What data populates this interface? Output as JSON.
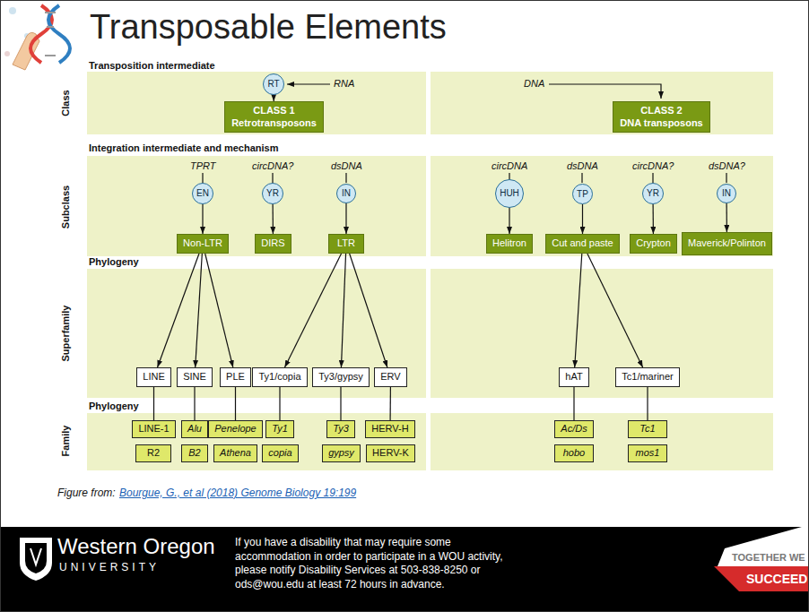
{
  "diagram": {
    "title": "Transposable Elements",
    "caption": "Figure from:",
    "nodes": [
      {
        "text": [
          "RT"
        ]
      },
      {
        "text": [
          "CLASS 1",
          "Retrotransposons"
        ]
      },
      {
        "text": [
          "CLASS 2",
          "DNA transposons"
        ]
      },
      {
        "text": [
          "EN"
        ]
      },
      {
        "text": [
          "YR"
        ]
      },
      {
        "text": [
          "IN"
        ]
      },
      {
        "text": [
          "HUH"
        ]
      },
      {
        "text": [
          "TP"
        ]
      },
      {
        "text": [
          "YR"
        ]
      },
      {
        "text": [
          "IN"
        ]
      },
      {
        "text": [
          "Non-LTR"
        ]
      },
      {
        "text": [
          "DIRS"
        ]
      },
      {
        "text": [
          "LTR"
        ]
      },
      {
        "text": [
          "Helitron"
        ]
      },
      {
        "text": [
          "Cut and paste"
        ]
      },
      {
        "text": [
          "Crypton"
        ]
      },
      {
        "text": [
          "Maverick/Polinton"
        ]
      },
      {
        "text": [
          "LINE"
        ]
      },
      {
        "text": [
          "SINE"
        ]
      },
      {
        "text": [
          "PLE"
        ]
      },
      {
        "text": [
          "Ty1/copia"
        ]
      },
      {
        "text": [
          "Ty3/gypsy"
        ]
      },
      {
        "text": [
          "ERV"
        ]
      },
      {
        "text": [
          "hAT"
        ]
      },
      {
        "text": [
          "Tc1/mariner"
        ]
      },
      {
        "text": [
          "LINE-1"
        ]
      },
      {
        "text": [
          "R2"
        ]
      },
      {
        "text": [
          "Alu"
        ]
      },
      {
        "text": [
          "B2"
        ]
      },
      {
        "text": [
          "Penelope"
        ]
      },
      {
        "text": [
          "Athena"
        ]
      },
      {
        "text": [
          "Ty1"
        ]
      },
      {
        "text": [
          "copia"
        ]
      },
      {
        "text": [
          "Ty3"
        ]
      },
      {
        "text": [
          "gypsy"
        ]
      },
      {
        "text": [
          "HERV-H"
        ]
      },
      {
        "text": [
          "HERV-K"
        ]
      },
      {
        "text": [
          "Ac/Ds"
        ]
      },
      {
        "text": [
          "hobo"
        ]
      },
      {
        "text": [
          "Tc1"
        ]
      },
      {
        "text": [
          "mos1"
        ]
      }
    ],
    "edges": [
      {
        "from": 0,
        "to": 1,
        "arrow": "to"
      },
      {
        "from": 3,
        "to": 10,
        "arrow": "to"
      },
      {
        "from": 4,
        "to": 11,
        "arrow": "to"
      },
      {
        "from": 5,
        "to": 12,
        "arrow": "to"
      },
      {
        "from": 6,
        "to": 13,
        "arrow": "to"
      },
      {
        "from": 7,
        "to": 14,
        "arrow": "to"
      },
      {
        "from": 8,
        "to": 15,
        "arrow": "to"
      },
      {
        "from": 9,
        "to": 16,
        "arrow": "to"
      },
      {
        "from": 10,
        "to": 17,
        "arrow": "to"
      },
      {
        "from": 10,
        "to": 18,
        "arrow": "to"
      },
      {
        "from": 10,
        "to": 19,
        "arrow": "to"
      },
      {
        "from": 12,
        "to": 20,
        "arrow": "to"
      },
      {
        "from": 12,
        "to": 21,
        "arrow": "to"
      },
      {
        "from": 12,
        "to": 22,
        "arrow": "to"
      },
      {
        "from": 14,
        "to": 23,
        "arrow": "to"
      },
      {
        "from": 14,
        "to": 24,
        "arrow": "to"
      },
      {
        "from": 17,
        "to": 25,
        "arrow": "none"
      },
      {
        "from": 18,
        "to": 27,
        "arrow": "none"
      },
      {
        "from": 19,
        "to": 29,
        "arrow": "none"
      },
      {
        "from": 20,
        "to": 31,
        "arrow": "none"
      },
      {
        "from": 21,
        "to": 33,
        "arrow": "none"
      },
      {
        "from": 22,
        "to": 35,
        "arrow": "none"
      },
      {
        "from": 23,
        "to": 37,
        "arrow": "none"
      },
      {
        "from": 24,
        "to": 39,
        "arrow": "none"
      }
    ],
    "labels": [
      "Transposition intermediate",
      "Class",
      "RNA",
      "DNA",
      "Integration intermediate and mechanism",
      "Subclass",
      "TPRT",
      "circDNA?",
      "dsDNA",
      "circDNA",
      "dsDNA",
      "circDNA?",
      "dsDNA?",
      "Phylogeny",
      "Superfamily",
      "Phylogeny",
      "Family",
      "Bourgue, G., et al (2018) Genome Biology 19:199",
      "Western Oregon",
      "UNIVERSITY",
      "If you have a disability that may require some accommodation in order to participate in a WOU activity, please notify Disability Services at 503-838-8250 or ods@wou.edu at least 72 hours in advance.",
      "TOGETHER WE",
      "SUCCEED"
    ]
  }
}
